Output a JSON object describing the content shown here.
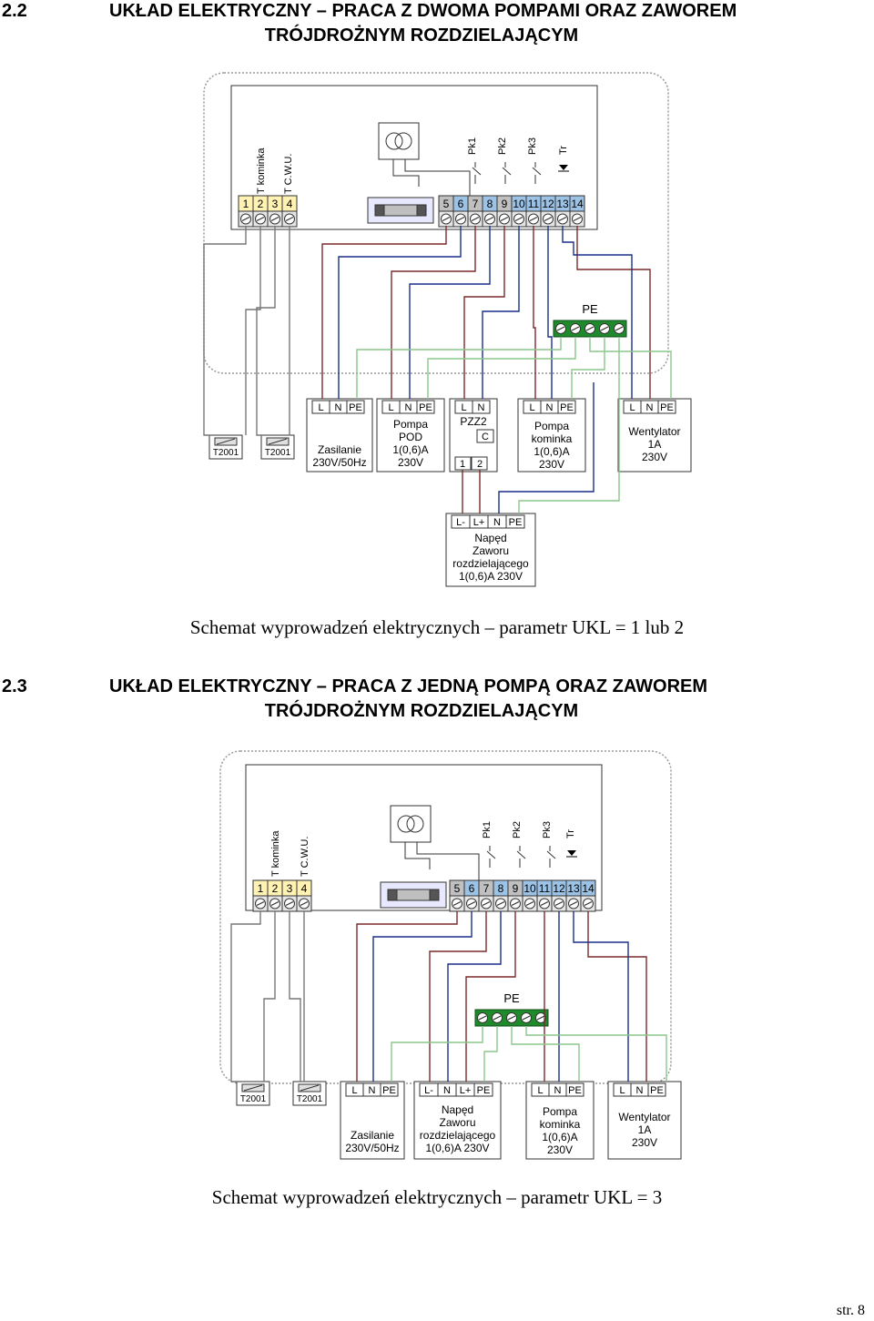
{
  "section1": {
    "number": "2.2",
    "title_line1": "UKŁAD ELEKTRYCZNY – PRACA Z DWOMA POMPAMI ORAZ ZAWOREM",
    "title_line2": "TRÓJDROŻNYM ROZDZIELAJĄCYM",
    "caption": "Schemat wyprowadzeń elektrycznych – parametr UKL = 1 lub 2"
  },
  "section2": {
    "number": "2.3",
    "title_line1": "UKŁAD ELEKTRYCZNY – PRACA Z JEDNĄ POMPĄ ORAZ ZAWOREM",
    "title_line2": "TRÓJDROŻNYM ROZDZIELAJĄCYM",
    "caption": "Schemat wyprowadzeń elektrycznych – parametr UKL = 3"
  },
  "page_number": "str. 8",
  "labels": {
    "t_kominka": "T kominka",
    "t_cwu": "T C.W.U.",
    "pk1": "Pk1",
    "pk2": "Pk2",
    "pk3": "Pk3",
    "tr": "Tr",
    "pe": "PE",
    "sensor": "T2001",
    "t_left": [
      "1",
      "2",
      "3",
      "4"
    ],
    "t_right": [
      "5",
      "6",
      "7",
      "8",
      "9",
      "10",
      "11",
      "12",
      "13",
      "14"
    ],
    "lnpe": [
      "L",
      "N",
      "PE"
    ],
    "ln": [
      "L",
      "N"
    ],
    "zawor_terms": [
      "L-",
      "L+",
      "N",
      "PE"
    ],
    "zawor_terms2": [
      "L-",
      "N",
      "L+",
      "PE"
    ],
    "zasilanie": [
      "Zasilanie",
      "230V/50Hz"
    ],
    "pompa_pod": [
      "Pompa",
      "POD",
      "1(0,6)A",
      "230V"
    ],
    "pzz2": "PZZ2",
    "pzz2_c": "C",
    "pzz2_terms": [
      "1",
      "2"
    ],
    "pompa_kominka": [
      "Pompa",
      "kominka",
      "1(0,6)A",
      "230V"
    ],
    "wentylator": [
      "Wentylator",
      "1A",
      "230V"
    ],
    "naped": [
      "Napęd",
      "Zaworu",
      "rozdzielającego",
      "1(0,6)A 230V"
    ]
  },
  "colors": {
    "blue_terminal": "#9cc3e6",
    "gray_terminal": "#c0c0c0",
    "yellow_terminal": "#fff2b3",
    "pe_bar": "#1f8a2b",
    "wire_brown": "#7a2a2a",
    "wire_blue": "#1a2f8c",
    "wire_green": "#8ac78a",
    "wire_gray": "#777777"
  }
}
